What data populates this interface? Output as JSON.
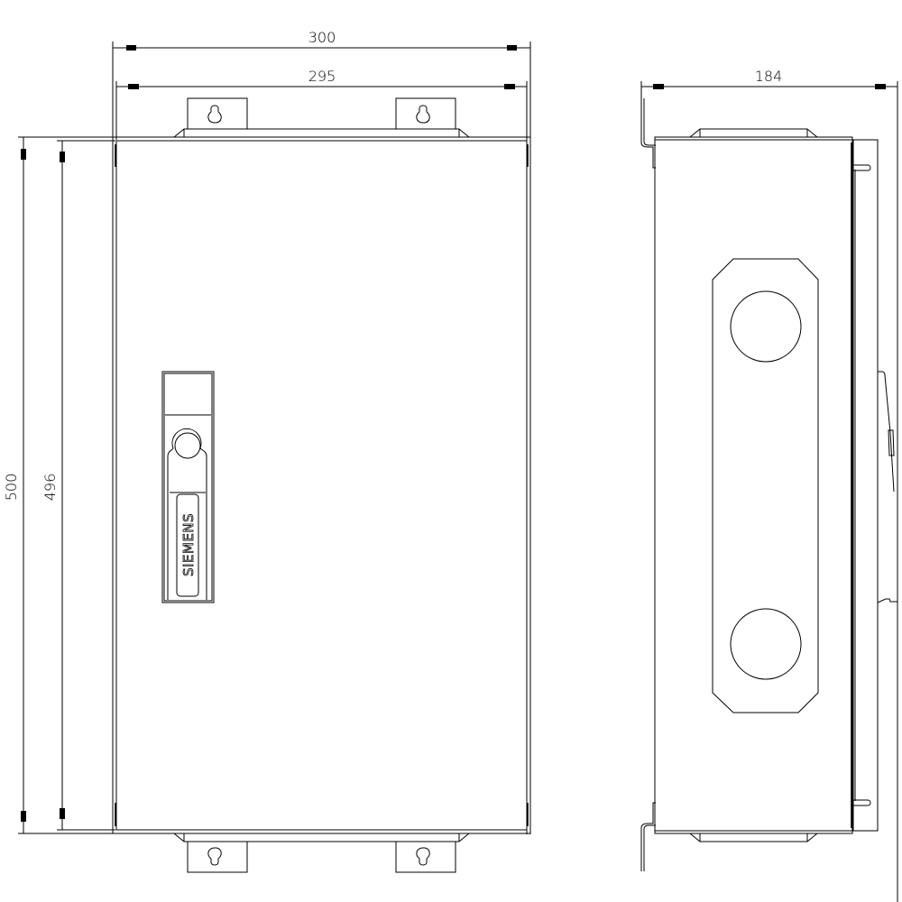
{
  "drawing": {
    "front_view": {
      "dimensions": {
        "overall_width": "300",
        "body_width": "295",
        "overall_height": "500",
        "body_height": "496"
      },
      "handle": {
        "brand_label": "SIEMENS"
      }
    },
    "side_view": {
      "dimensions": {
        "depth": "184"
      }
    },
    "colors": {
      "line": "#000000",
      "background": "#ffffff"
    }
  }
}
